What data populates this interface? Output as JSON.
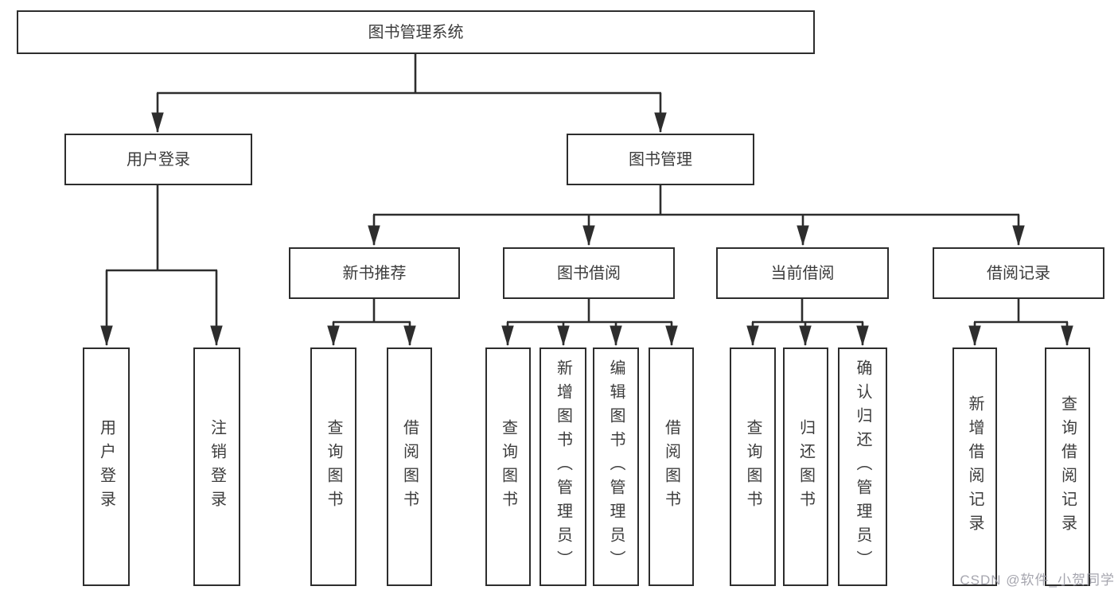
{
  "diagram": {
    "title": "图书管理系统",
    "branches": [
      {
        "label": "用户登录",
        "children": [
          {
            "label": "用户登录"
          },
          {
            "label": "注销登录"
          }
        ]
      },
      {
        "label": "图书管理",
        "children": [
          {
            "label": "新书推荐",
            "children": [
              {
                "label": "查询图书"
              },
              {
                "label": "借阅图书"
              }
            ]
          },
          {
            "label": "图书借阅",
            "children": [
              {
                "label": "查询图书"
              },
              {
                "label": "新增图书（管理员）"
              },
              {
                "label": "编辑图书（管理员）"
              },
              {
                "label": "借阅图书"
              }
            ]
          },
          {
            "label": "当前借阅",
            "children": [
              {
                "label": "查询图书"
              },
              {
                "label": "归还图书"
              },
              {
                "label": "确认归还（管理员）"
              }
            ]
          },
          {
            "label": "借阅记录",
            "children": [
              {
                "label": "新增借阅记录"
              },
              {
                "label": "查询借阅记录"
              }
            ]
          }
        ]
      }
    ]
  },
  "watermark": {
    "text": "CSDN @软件_小贺同学"
  },
  "colors": {
    "line": "#2d2d2d",
    "text": "#3c3c3c",
    "bg": "#ffffff",
    "watermark": "#9c9ca6"
  }
}
